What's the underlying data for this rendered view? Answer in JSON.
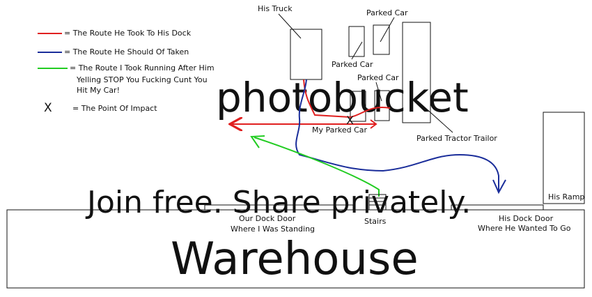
{
  "legend": {
    "red": {
      "label": "= The Route He Took To His Dock",
      "color": "#e02020"
    },
    "blue": {
      "label": "= The Route He Should Of Taken",
      "color": "#1a2d9a"
    },
    "green": {
      "line1": "= The Route I Took Running After Him",
      "line2": "Yelling STOP You Fucking Cunt You",
      "line3": "Hit My Car!",
      "color": "#22cc22"
    },
    "impact": {
      "symbol": "X",
      "label": "= The Point Of Impact"
    }
  },
  "labels": {
    "his_truck": "His Truck",
    "parked_car_top": "Parked Car",
    "parked_car_mid": "Parked Car",
    "parked_car_low": "Parked Car",
    "my_parked_car": "My Parked Car",
    "parked_tractor_trailer": "Parked Tractor Trailor",
    "his_ramp": "His Ramp",
    "our_dock_line1": "Our Dock Door",
    "our_dock_line2": "Where I Was Standing",
    "stairs": "Stairs",
    "his_dock_line1": "His Dock Door",
    "his_dock_line2": "Where He Wanted To Go",
    "warehouse": "Warehouse"
  },
  "watermark": {
    "brand": "photobucket",
    "slogan": "Join free. Share privately."
  }
}
